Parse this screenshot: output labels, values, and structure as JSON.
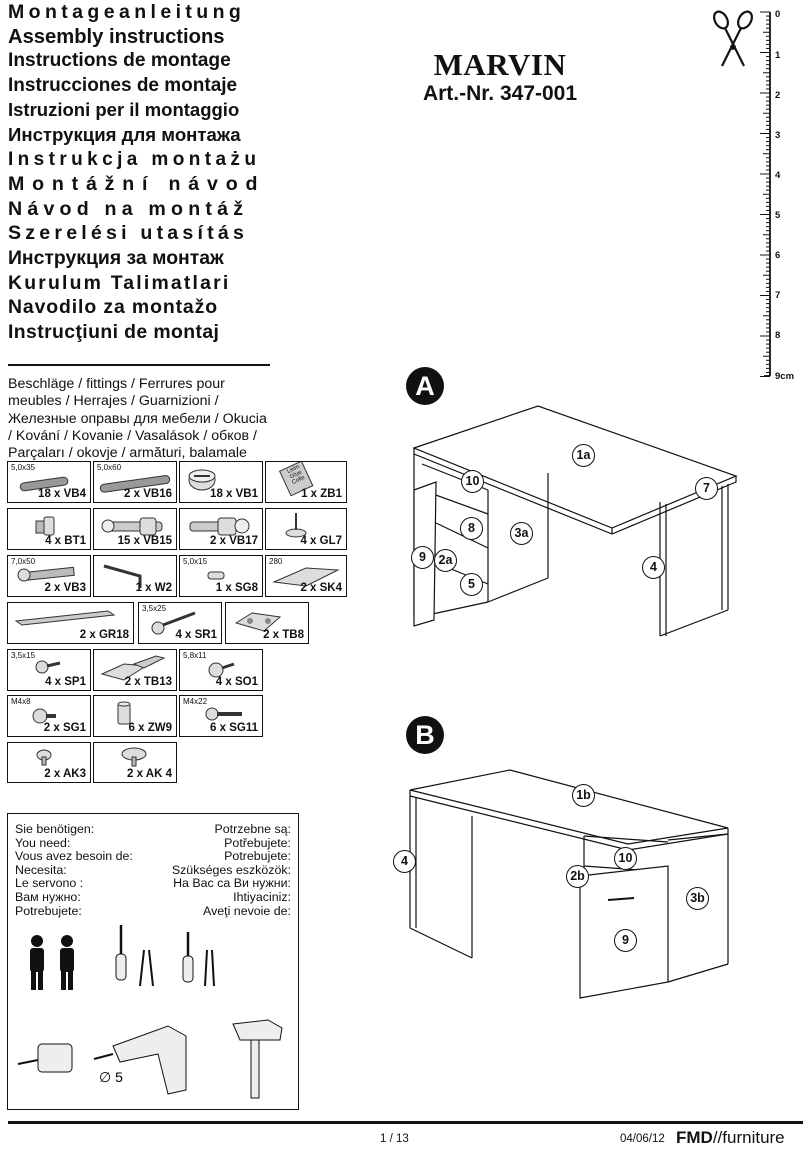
{
  "titles": [
    "Montageanleitung",
    "Assembly instructions",
    "Instructions de montage",
    "Instrucciones de montaje",
    "Istruzioni per il montaggio",
    "Инструкция для монтажа",
    "Instrukcja montażu",
    "Montážní návod",
    "Návod na montáž",
    "Szerelési utasítás",
    "Инструкция за монтаж",
    "Kurulum Talimatlari",
    "Navodilo za montažo",
    "Instrucţiuni de montaj"
  ],
  "product": {
    "name": "MARVIN",
    "article": "Art.-Nr. 347-001"
  },
  "ruler": {
    "marks": [
      "0",
      "1",
      "2",
      "3",
      "4",
      "5",
      "6",
      "7",
      "8",
      "9cm"
    ]
  },
  "fittings_heading": "Beschläge / fittings / Ferrures pour meubles / Herrajes / Guarnizioni / Железные оправы для мебели / Okucia / Kování / Kovanie / Vasalások / обков / Parçaları / okovje / armături, balamale",
  "fittings": [
    {
      "size": "5,0x35",
      "qty": "18 x VB4"
    },
    {
      "size": "5,0x60",
      "qty": "2 x VB16"
    },
    {
      "size": "",
      "qty": "18 x VB1"
    },
    {
      "size": "",
      "qty": "1 x ZB1",
      "label": "Leim Glue Colle"
    },
    {
      "size": "",
      "qty": "4 x BT1"
    },
    {
      "size": "",
      "qty": "15 x VB15"
    },
    {
      "size": "",
      "qty": "2 x VB17"
    },
    {
      "size": "",
      "qty": "4 x GL7"
    },
    {
      "size": "7,0x50",
      "qty": "2 x VB3"
    },
    {
      "size": "",
      "qty": "1 x W2"
    },
    {
      "size": "5,0x15",
      "qty": "1 x SG8"
    },
    {
      "size": "280",
      "qty": "2 x SK4"
    },
    {
      "size": "",
      "qty": "2 x GR18"
    },
    {
      "size": "3,5x25",
      "qty": "4 x SR1"
    },
    {
      "size": "",
      "qty": "2 x TB8"
    },
    {
      "size": "3,5x15",
      "qty": "4 x SP1"
    },
    {
      "size": "",
      "qty": "2 x TB13"
    },
    {
      "size": "5,8x11",
      "qty": "4 x SO1"
    },
    {
      "size": "M4x8",
      "qty": "2 x SG1"
    },
    {
      "size": "",
      "qty": "6 x ZW9"
    },
    {
      "size": "M4x22",
      "qty": "6 x SG11"
    },
    {
      "size": "",
      "qty": "2 x AK3"
    },
    {
      "size": "",
      "qty": "2 x AK 4"
    }
  ],
  "you_need": {
    "left": [
      "Sie benötigen:",
      "You need:",
      "Vous avez besoin de:",
      "Necesita:",
      "Le servono :",
      "Вам нужно:",
      "Potrebujete:"
    ],
    "right": [
      "Potrzebne są:",
      "Potřebujete:",
      "Potrebujete:",
      "Szükséges eszközök:",
      "На Вас са Ви нужни:",
      "Ihtiyaciniz:",
      "Aveţi nevoie de:"
    ],
    "drill_size": "∅ 5"
  },
  "steps": {
    "a": {
      "label": "A",
      "callouts": [
        "1a",
        "10",
        "7",
        "8",
        "3a",
        "9",
        "2a",
        "5",
        "4"
      ]
    },
    "b": {
      "label": "B",
      "callouts": [
        "1b",
        "4",
        "10",
        "2b",
        "3b",
        "9"
      ]
    }
  },
  "footer": {
    "page": "1 / 13",
    "date": "04/06/12",
    "brand_bold": "FMD",
    "brand_thin": "//furniture"
  }
}
